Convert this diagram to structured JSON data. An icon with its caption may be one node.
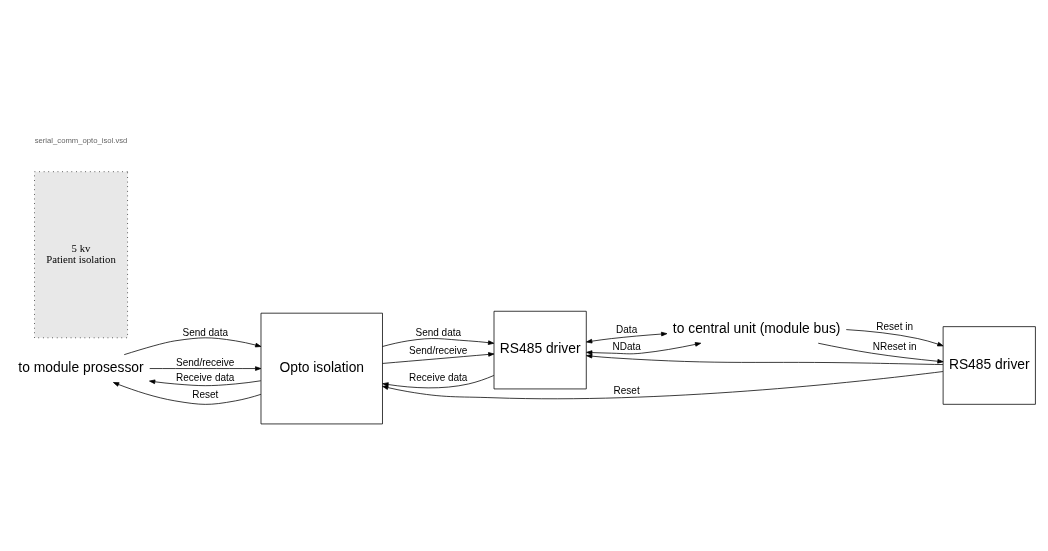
{
  "diagram": {
    "nodes": [
      {
        "text": [
          "to module prosessor"
        ]
      },
      {
        "text": [
          "Opto isolation"
        ]
      },
      {
        "text": [
          "RS485 driver"
        ]
      },
      {
        "text": [
          "RS485 driver"
        ]
      },
      {
        "text": [
          "to central unit (module bus)"
        ]
      },
      {
        "text": [
          "5 kv",
          "Patient isolation"
        ]
      }
    ],
    "edges": [
      {
        "from": 1,
        "to": 0,
        "arrow": "to",
        "label": "Receive data"
      },
      {
        "from": 0,
        "to": 1,
        "arrow": "to",
        "label": "Send data"
      },
      {
        "from": 0,
        "to": 1,
        "arrow": "to",
        "label": "Send/receive"
      },
      {
        "from": 1,
        "to": 0,
        "arrow": "to",
        "label": "Reset"
      },
      {
        "from": 2,
        "to": 1,
        "arrow": "to",
        "label": "Receive data"
      },
      {
        "from": 1,
        "to": 2,
        "arrow": "to",
        "label": "Send data"
      },
      {
        "from": 1,
        "to": 2,
        "arrow": "to",
        "label": "Send/receive"
      },
      {
        "from": 3,
        "to": 1,
        "arrow": "to",
        "label": "Reset"
      },
      {
        "from": 3,
        "to": 2,
        "arrow": "to"
      },
      {
        "from": 2,
        "to": 4,
        "arrow": "both",
        "label": "Data"
      },
      {
        "from": 2,
        "to": 4,
        "arrow": "both",
        "label": "NData"
      },
      {
        "from": 4,
        "to": 3,
        "arrow": "to",
        "label": "Reset in"
      },
      {
        "from": 4,
        "to": 3,
        "arrow": "to",
        "label": "NReset in"
      }
    ],
    "labels": [
      "serial_comm_opto_isol.vsd"
    ]
  }
}
